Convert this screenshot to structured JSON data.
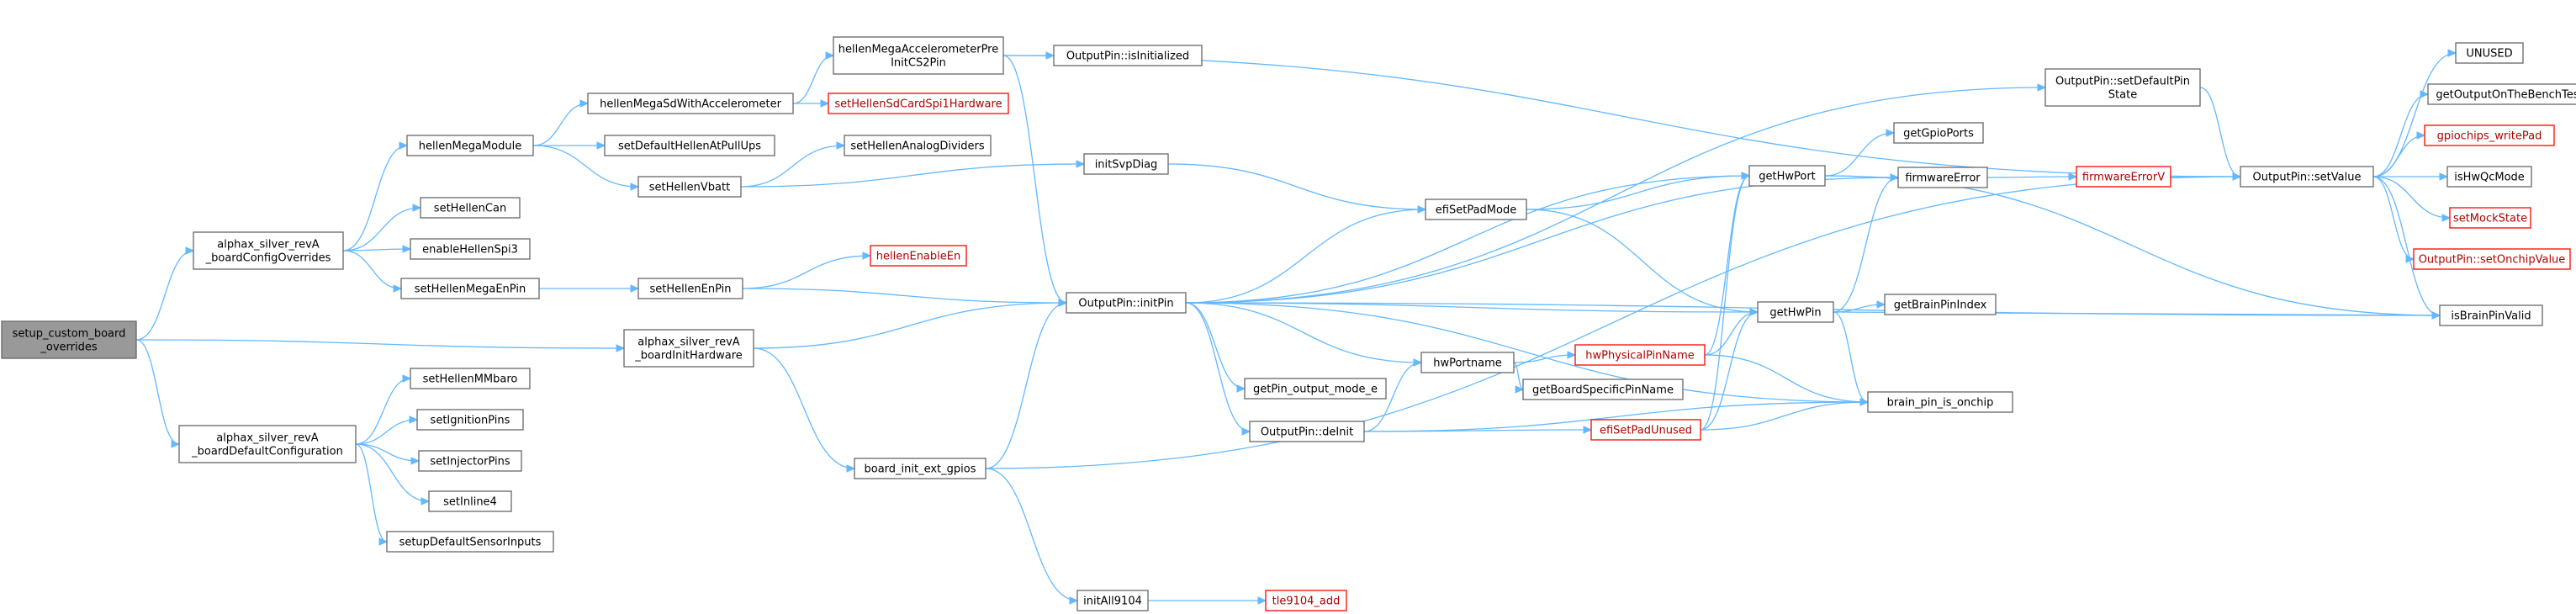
{
  "nodes": [
    {
      "id": "root",
      "lines": [
        "setup_custom_board",
        "_overrides"
      ],
      "style": "root"
    },
    {
      "id": "configOverrides",
      "lines": [
        "alphax_silver_revA",
        "_boardConfigOverrides"
      ]
    },
    {
      "id": "initHardware",
      "lines": [
        "alphax_silver_revA",
        "_boardInitHardware"
      ]
    },
    {
      "id": "defaultConfig",
      "lines": [
        "alphax_silver_revA",
        "_boardDefaultConfiguration"
      ]
    },
    {
      "id": "hellenMegaModule",
      "lines": [
        "hellenMegaModule"
      ]
    },
    {
      "id": "setHellenCan",
      "lines": [
        "setHellenCan"
      ]
    },
    {
      "id": "enableHellenSpi3",
      "lines": [
        "enableHellenSpi3"
      ]
    },
    {
      "id": "setHellenMegaEnPin",
      "lines": [
        "setHellenMegaEnPin"
      ]
    },
    {
      "id": "setHellenMMbaro",
      "lines": [
        "setHellenMMbaro"
      ]
    },
    {
      "id": "setIgnitionPins",
      "lines": [
        "setIgnitionPins"
      ]
    },
    {
      "id": "setInjectorPins",
      "lines": [
        "setInjectorPins"
      ]
    },
    {
      "id": "setInline4",
      "lines": [
        "setInline4"
      ]
    },
    {
      "id": "setupDefaultSensorInputs",
      "lines": [
        "setupDefaultSensorInputs"
      ]
    },
    {
      "id": "hellenMegaSdWithAccelerometer",
      "lines": [
        "hellenMegaSdWithAccelerometer"
      ]
    },
    {
      "id": "setDefaultHellenAtPullUps",
      "lines": [
        "setDefaultHellenAtPullUps"
      ]
    },
    {
      "id": "setHellenVbatt",
      "lines": [
        "setHellenVbatt"
      ]
    },
    {
      "id": "setHellenEnPin",
      "lines": [
        "setHellenEnPin"
      ]
    },
    {
      "id": "board_init_ext_gpios",
      "lines": [
        "board_init_ext_gpios"
      ]
    },
    {
      "id": "hellenMegaAccelerometerPreInitCS2Pin",
      "lines": [
        "hellenMegaAccelerometerPre",
        "InitCS2Pin"
      ]
    },
    {
      "id": "setHellenSdCardSpi1Hardware",
      "lines": [
        "setHellenSdCardSpi1Hardware"
      ],
      "style": "red"
    },
    {
      "id": "setHellenAnalogDividers",
      "lines": [
        "setHellenAnalogDividers"
      ]
    },
    {
      "id": "hellenEnableEn",
      "lines": [
        "hellenEnableEn"
      ],
      "style": "red"
    },
    {
      "id": "initAll9104",
      "lines": [
        "initAll9104"
      ]
    },
    {
      "id": "tle9104_add",
      "lines": [
        "tle9104_add"
      ],
      "style": "red"
    },
    {
      "id": "OutputPin_isInitialized",
      "lines": [
        "OutputPin::isInitialized"
      ]
    },
    {
      "id": "initSvpDiag",
      "lines": [
        "initSvpDiag"
      ]
    },
    {
      "id": "OutputPin_initPin",
      "lines": [
        "OutputPin::initPin"
      ]
    },
    {
      "id": "efiSetPadMode",
      "lines": [
        "efiSetPadMode"
      ]
    },
    {
      "id": "hwPortname",
      "lines": [
        "hwPortname"
      ]
    },
    {
      "id": "getPin_output_mode_e",
      "lines": [
        "getPin_output_mode_e"
      ]
    },
    {
      "id": "OutputPin_deInit",
      "lines": [
        "OutputPin::deInit"
      ]
    },
    {
      "id": "hwPhysicalPinName",
      "lines": [
        "hwPhysicalPinName"
      ],
      "style": "red"
    },
    {
      "id": "getBoardSpecificPinName",
      "lines": [
        "getBoardSpecificPinName"
      ]
    },
    {
      "id": "efiSetPadUnused",
      "lines": [
        "efiSetPadUnused"
      ],
      "style": "red"
    },
    {
      "id": "getHwPort",
      "lines": [
        "getHwPort"
      ]
    },
    {
      "id": "getHwPin",
      "lines": [
        "getHwPin"
      ]
    },
    {
      "id": "getGpioPorts",
      "lines": [
        "getGpioPorts"
      ]
    },
    {
      "id": "firmwareError",
      "lines": [
        "firmwareError"
      ]
    },
    {
      "id": "getBrainPinIndex",
      "lines": [
        "getBrainPinIndex"
      ]
    },
    {
      "id": "brain_pin_is_onchip",
      "lines": [
        "brain_pin_is_onchip"
      ]
    },
    {
      "id": "OutputPin_setDefaultPinState",
      "lines": [
        "OutputPin::setDefaultPin",
        "State"
      ]
    },
    {
      "id": "firmwareErrorV",
      "lines": [
        "firmwareErrorV"
      ],
      "style": "red"
    },
    {
      "id": "OutputPin_setValue",
      "lines": [
        "OutputPin::setValue"
      ]
    },
    {
      "id": "UNUSED",
      "lines": [
        "UNUSED"
      ]
    },
    {
      "id": "getOutputOnTheBenchTest",
      "lines": [
        "getOutputOnTheBenchTest"
      ]
    },
    {
      "id": "gpiochips_writePad",
      "lines": [
        "gpiochips_writePad"
      ],
      "style": "red"
    },
    {
      "id": "isHwQcMode",
      "lines": [
        "isHwQcMode"
      ]
    },
    {
      "id": "setMockState",
      "lines": [
        "setMockState"
      ],
      "style": "red"
    },
    {
      "id": "OutputPin_setOnchipValue",
      "lines": [
        "OutputPin::setOnchipValue"
      ],
      "style": "red"
    },
    {
      "id": "isBrainPinValid",
      "lines": [
        "isBrainPinValid"
      ]
    }
  ],
  "edges": [
    [
      "root",
      "configOverrides"
    ],
    [
      "root",
      "initHardware"
    ],
    [
      "root",
      "defaultConfig"
    ],
    [
      "configOverrides",
      "hellenMegaModule"
    ],
    [
      "configOverrides",
      "setHellenCan"
    ],
    [
      "configOverrides",
      "enableHellenSpi3"
    ],
    [
      "configOverrides",
      "setHellenMegaEnPin"
    ],
    [
      "defaultConfig",
      "setHellenMMbaro"
    ],
    [
      "defaultConfig",
      "setIgnitionPins"
    ],
    [
      "defaultConfig",
      "setInjectorPins"
    ],
    [
      "defaultConfig",
      "setInline4"
    ],
    [
      "defaultConfig",
      "setupDefaultSensorInputs"
    ],
    [
      "initHardware",
      "OutputPin_initPin"
    ],
    [
      "initHardware",
      "board_init_ext_gpios"
    ],
    [
      "hellenMegaModule",
      "hellenMegaSdWithAccelerometer"
    ],
    [
      "hellenMegaModule",
      "setDefaultHellenAtPullUps"
    ],
    [
      "hellenMegaModule",
      "setHellenVbatt"
    ],
    [
      "hellenMegaSdWithAccelerometer",
      "hellenMegaAccelerometerPreInitCS2Pin"
    ],
    [
      "hellenMegaSdWithAccelerometer",
      "setHellenSdCardSpi1Hardware"
    ],
    [
      "setHellenVbatt",
      "setHellenAnalogDividers"
    ],
    [
      "setHellenVbatt",
      "initSvpDiag"
    ],
    [
      "setHellenMegaEnPin",
      "setHellenEnPin"
    ],
    [
      "setHellenEnPin",
      "hellenEnableEn"
    ],
    [
      "setHellenEnPin",
      "OutputPin_initPin"
    ],
    [
      "board_init_ext_gpios",
      "OutputPin_initPin"
    ],
    [
      "board_init_ext_gpios",
      "initAll9104"
    ],
    [
      "board_init_ext_gpios",
      "OutputPin_setValue"
    ],
    [
      "initAll9104",
      "tle9104_add"
    ],
    [
      "hellenMegaAccelerometerPreInitCS2Pin",
      "OutputPin_isInitialized"
    ],
    [
      "hellenMegaAccelerometerPreInitCS2Pin",
      "OutputPin_initPin"
    ],
    [
      "hellenMegaAccelerometerPreInitCS2Pin",
      "OutputPin_setValue"
    ],
    [
      "initSvpDiag",
      "efiSetPadMode"
    ],
    [
      "OutputPin_initPin",
      "efiSetPadMode"
    ],
    [
      "OutputPin_initPin",
      "getHwPort"
    ],
    [
      "OutputPin_initPin",
      "firmwareError"
    ],
    [
      "OutputPin_initPin",
      "OutputPin_setDefaultPinState"
    ],
    [
      "OutputPin_initPin",
      "getHwPin"
    ],
    [
      "OutputPin_initPin",
      "isBrainPinValid"
    ],
    [
      "OutputPin_initPin",
      "hwPortname"
    ],
    [
      "OutputPin_initPin",
      "getPin_output_mode_e"
    ],
    [
      "OutputPin_initPin",
      "OutputPin_deInit"
    ],
    [
      "OutputPin_initPin",
      "brain_pin_is_onchip"
    ],
    [
      "efiSetPadMode",
      "getHwPort"
    ],
    [
      "efiSetPadMode",
      "getHwPin"
    ],
    [
      "hwPortname",
      "hwPhysicalPinName"
    ],
    [
      "hwPortname",
      "getBoardSpecificPinName"
    ],
    [
      "OutputPin_deInit",
      "hwPortname"
    ],
    [
      "OutputPin_deInit",
      "efiSetPadUnused"
    ],
    [
      "OutputPin_deInit",
      "brain_pin_is_onchip"
    ],
    [
      "hwPhysicalPinName",
      "getHwPort"
    ],
    [
      "hwPhysicalPinName",
      "getHwPin"
    ],
    [
      "hwPhysicalPinName",
      "brain_pin_is_onchip"
    ],
    [
      "efiSetPadUnused",
      "getHwPort"
    ],
    [
      "efiSetPadUnused",
      "getHwPin"
    ],
    [
      "efiSetPadUnused",
      "brain_pin_is_onchip"
    ],
    [
      "getHwPort",
      "getGpioPorts"
    ],
    [
      "getHwPort",
      "firmwareError"
    ],
    [
      "getHwPort",
      "isBrainPinValid"
    ],
    [
      "getHwPin",
      "firmwareError"
    ],
    [
      "getHwPin",
      "getBrainPinIndex"
    ],
    [
      "getHwPin",
      "brain_pin_is_onchip"
    ],
    [
      "getHwPin",
      "isBrainPinValid"
    ],
    [
      "firmwareError",
      "firmwareErrorV"
    ],
    [
      "firmwareErrorV",
      "OutputPin_setValue"
    ],
    [
      "OutputPin_setDefaultPinState",
      "OutputPin_setValue"
    ],
    [
      "OutputPin_setValue",
      "UNUSED"
    ],
    [
      "OutputPin_setValue",
      "getOutputOnTheBenchTest"
    ],
    [
      "OutputPin_setValue",
      "gpiochips_writePad"
    ],
    [
      "OutputPin_setValue",
      "isHwQcMode"
    ],
    [
      "OutputPin_setValue",
      "setMockState"
    ],
    [
      "OutputPin_setValue",
      "OutputPin_setOnchipValue"
    ],
    [
      "OutputPin_setValue",
      "isBrainPinValid"
    ]
  ]
}
